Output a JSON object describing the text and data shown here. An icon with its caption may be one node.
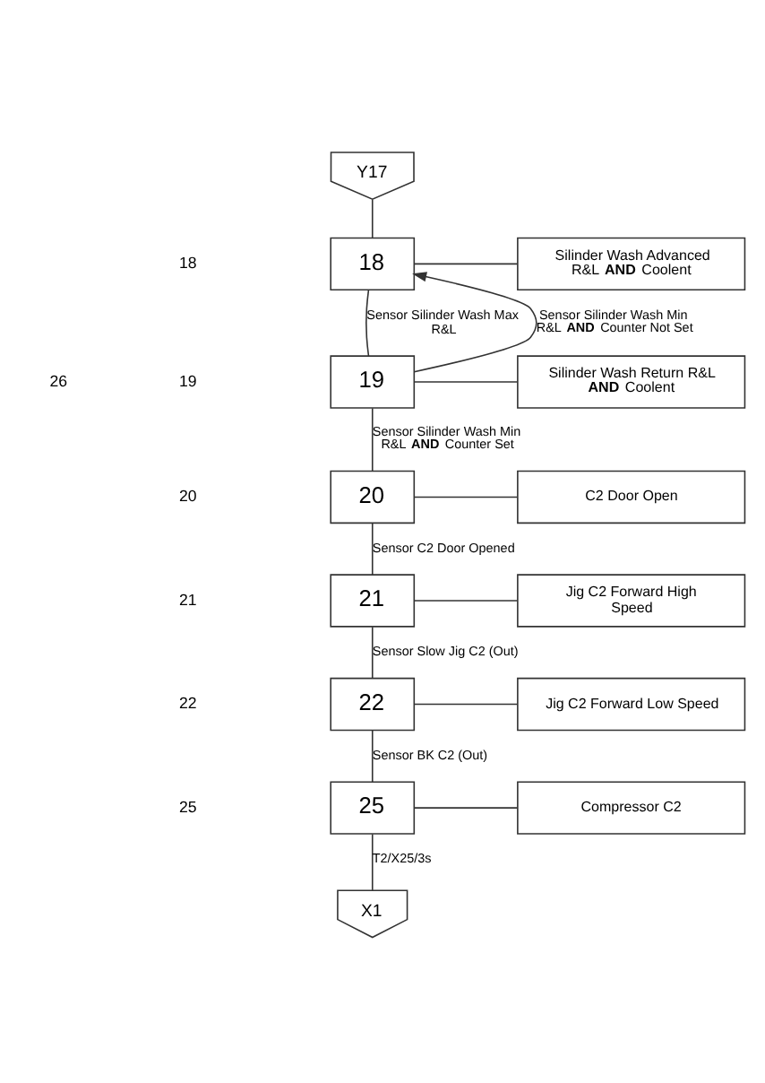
{
  "diagram": {
    "nodes": [
      {
        "text": [
          "Y17"
        ]
      },
      {
        "text": [
          "18"
        ]
      },
      {
        "text": [
          "Silinder Wash Advanced R&L **AND** Coolent"
        ]
      },
      {
        "text": [
          "19"
        ]
      },
      {
        "text": [
          "Silinder Wash Return R&L **AND** Coolent"
        ]
      },
      {
        "text": [
          "20"
        ]
      },
      {
        "text": [
          "C2 Door Open"
        ]
      },
      {
        "text": [
          "21"
        ]
      },
      {
        "text": [
          "Jig C2 Forward High Speed"
        ]
      },
      {
        "text": [
          "22"
        ]
      },
      {
        "text": [
          "Jig C2 Forward Low Speed"
        ]
      },
      {
        "text": [
          "25"
        ]
      },
      {
        "text": [
          "Compressor C2"
        ]
      },
      {
        "text": [
          "X1"
        ]
      }
    ],
    "edges": [
      {
        "from": 0,
        "to": 1,
        "arrow": "none"
      },
      {
        "from": 1,
        "to": 2,
        "arrow": "none"
      },
      {
        "from": 1,
        "to": 3,
        "arrow": "none",
        "label": "Sensor Silinder Wash Max R&L"
      },
      {
        "from": 3,
        "to": 4,
        "arrow": "none"
      },
      {
        "from": 3,
        "to": 1,
        "arrow": "to",
        "label": "Sensor Silinder Wash Min R&L **AND** Counter Not Set"
      },
      {
        "from": 3,
        "to": 5,
        "arrow": "none",
        "label": "Sensor Silinder Wash Min R&L **AND** Counter Set"
      },
      {
        "from": 5,
        "to": 6,
        "arrow": "none"
      },
      {
        "from": 5,
        "to": 7,
        "arrow": "none",
        "label": "Sensor C2 Door Opened"
      },
      {
        "from": 7,
        "to": 8,
        "arrow": "none"
      },
      {
        "from": 7,
        "to": 9,
        "arrow": "none",
        "label": "Sensor Slow Jig C2 (Out)"
      },
      {
        "from": 9,
        "to": 10,
        "arrow": "none"
      },
      {
        "from": 9,
        "to": 11,
        "arrow": "none",
        "label": "Sensor BK C2 (Out)"
      },
      {
        "from": 11,
        "to": 12,
        "arrow": "none"
      },
      {
        "from": 11,
        "to": 13,
        "arrow": "none",
        "label": "T2/X25/3s"
      }
    ],
    "labels": [
      "26",
      "18",
      "19",
      "20",
      "21",
      "22",
      "25"
    ]
  }
}
